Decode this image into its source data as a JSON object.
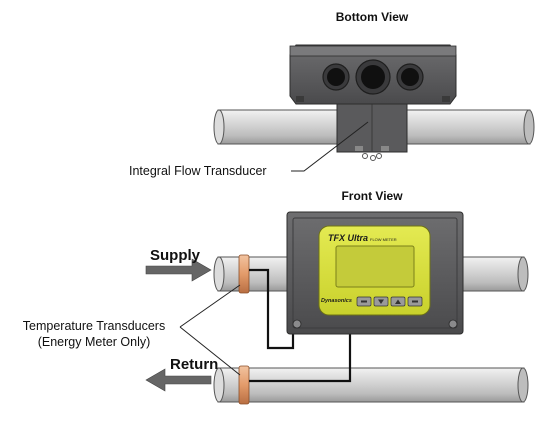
{
  "views": {
    "bottom_title": "Bottom View",
    "front_title": "Front View"
  },
  "labels": {
    "integral_transducer": "Integral Flow Transducer",
    "temperature_line1": "Temperature Transducers",
    "temperature_line2": "(Energy Meter Only)",
    "supply": "Supply",
    "return": "Return"
  },
  "meter": {
    "model_text": "TFX Ultra",
    "subtitle_text": "FLOW METER",
    "brand_text": "Dynasonics"
  },
  "colors": {
    "pipe": "#c8c8c8",
    "housing": "#58585a",
    "display": "#d8df3a",
    "accent_band": "#e39b6a",
    "background": "#ffffff"
  },
  "icons": {
    "key_menu": "menu-key",
    "key_down": "down-arrow-key",
    "key_up": "up-arrow-key",
    "key_enter": "enter-key"
  }
}
